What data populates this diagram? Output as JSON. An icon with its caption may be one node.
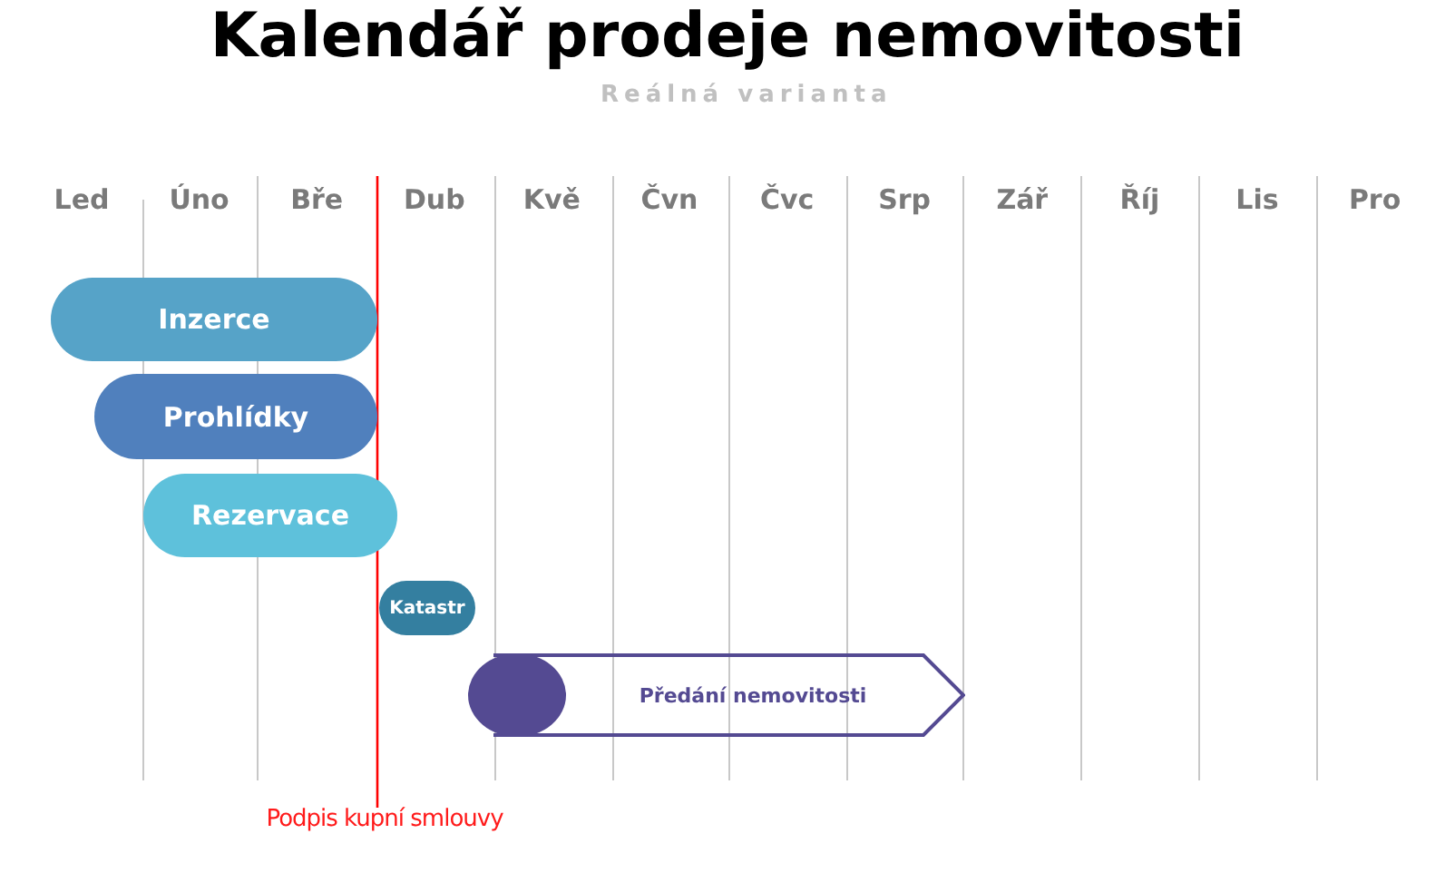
{
  "diagram": {
    "title": "Kalendář prodeje nemovitosti",
    "nodes": [
      {
        "text": [
          "Inzerce"
        ]
      },
      {
        "text": [
          "Prohlídky"
        ]
      },
      {
        "text": [
          "Rezervace"
        ]
      },
      {
        "text": [
          "Katastr"
        ]
      },
      {
        "text": [
          "Předání nemovitosti"
        ]
      }
    ],
    "labels": [
      "Reálná varianta",
      "Led",
      "Úno",
      "Bře",
      "Dub",
      "Kvě",
      "Čvn",
      "Čvc",
      "Srp",
      "Zář",
      "Říj",
      "Lis",
      "Pro",
      "Podpis kupní smlouvy"
    ]
  }
}
